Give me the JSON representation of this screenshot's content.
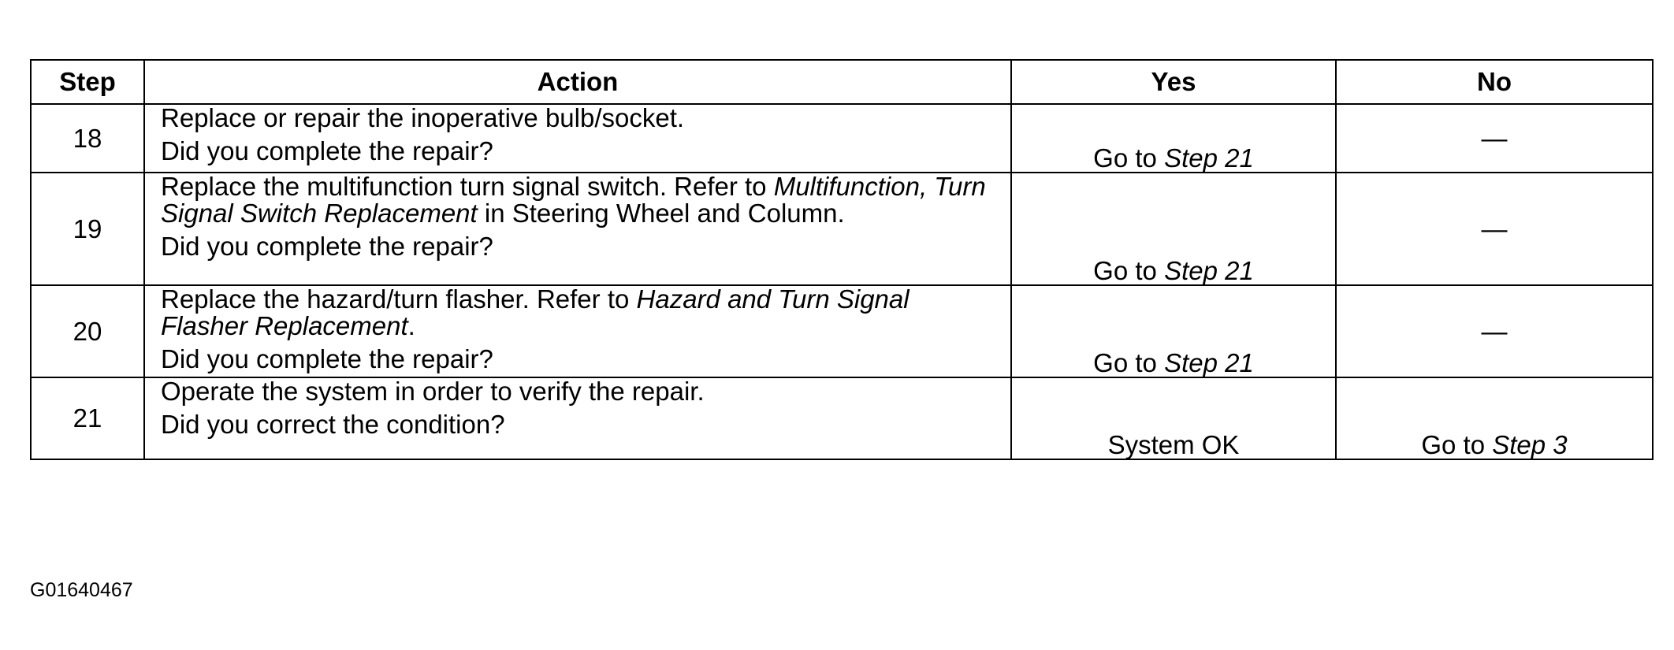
{
  "table": {
    "headers": {
      "step": "Step",
      "action": "Action",
      "yes": "Yes",
      "no": "No"
    },
    "rows": [
      {
        "step": "18",
        "instruction": {
          "pre": "Replace or repair the inoperative bulb/socket.",
          "ref": "",
          "mid": "",
          "ref2": "",
          "post": ""
        },
        "question": "Did you complete the repair?",
        "yes": {
          "prefix": "Go to ",
          "ref": "Step 21"
        },
        "no": {
          "prefix": "—",
          "ref": ""
        }
      },
      {
        "step": "19",
        "instruction": {
          "pre": "Replace the multifunction turn signal switch. Refer to ",
          "ref": "Multifunction, Turn Signal Switch Replacement",
          "mid": " in Steering Wheel and Column.",
          "ref2": "",
          "post": ""
        },
        "question": "Did you complete the repair?",
        "yes": {
          "prefix": "Go to ",
          "ref": "Step 21"
        },
        "no": {
          "prefix": "—",
          "ref": ""
        }
      },
      {
        "step": "20",
        "instruction": {
          "pre": "Replace the hazard/turn flasher. Refer to ",
          "ref": "Hazard and Turn Signal Flasher Replacement",
          "mid": ".",
          "ref2": "",
          "post": ""
        },
        "question": "Did you complete the repair?",
        "yes": {
          "prefix": "Go to ",
          "ref": "Step 21"
        },
        "no": {
          "prefix": "—",
          "ref": ""
        }
      },
      {
        "step": "21",
        "instruction": {
          "pre": "Operate the system in order to verify the repair.",
          "ref": "",
          "mid": "",
          "ref2": "",
          "post": ""
        },
        "question": "Did you correct the condition?",
        "yes": {
          "prefix": "System OK",
          "ref": ""
        },
        "no": {
          "prefix": "Go to ",
          "ref": "Step 3"
        }
      }
    ]
  },
  "figure_id": "G01640467"
}
